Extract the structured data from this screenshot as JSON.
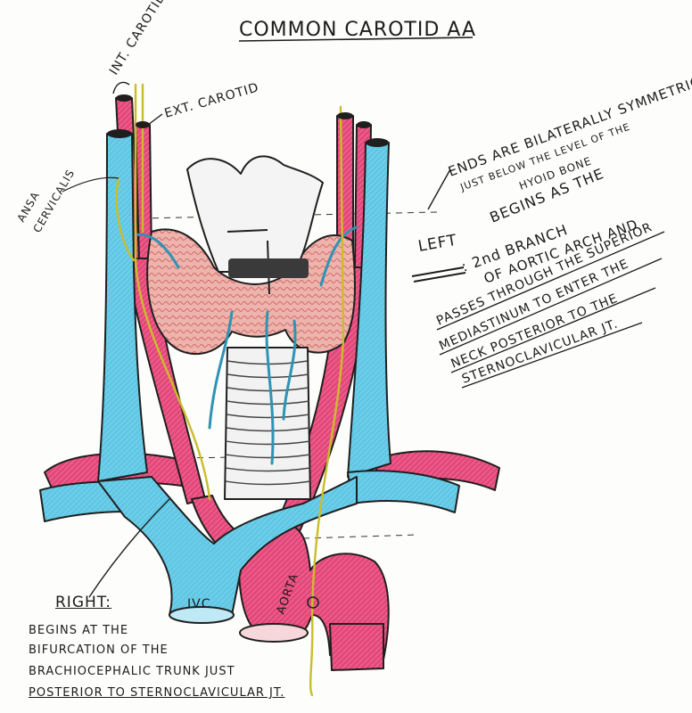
{
  "title": "COMMON CAROTID AA",
  "labels": {
    "int_carotid": "INT. CAROTID",
    "ext_carotid": "EXT. CAROTID",
    "ansa": [
      "ANSA",
      "CERVICALIS"
    ],
    "ivc": "IVC",
    "aorta": "AORTA"
  },
  "notes": {
    "ends": [
      "ENDS ARE BILATERALLY SYMMETRIC",
      "JUST BELOW THE LEVEL OF THE",
      "HYOID BONE"
    ],
    "left_label": "LEFT",
    "left_lines": [
      "BEGINS AS THE",
      ": 2nd BRANCH",
      "OF AORTIC ARCH AND"
    ],
    "passes": [
      "PASSES THROUGH THE SUPERIOR",
      "MEDIASTINUM TO ENTER THE",
      "NECK POSTERIOR TO THE",
      "STERNOCLAVICULAR JT."
    ],
    "right_label": "RIGHT:",
    "right_lines": [
      "BEGINS AT THE",
      "BIFURCATION OF THE",
      "BRACHIOCEPHALIC TRUNK JUST",
      "POSTERIOR TO STERNOCLAVICULAR JT."
    ]
  },
  "colors": {
    "vein": "#5fc7e4",
    "artery": "#e4477a",
    "nerve": "#e9e15a",
    "thyroid": "#eeb3ad",
    "cartilage": "#f4f4f4",
    "ink": "#1c1c1c"
  }
}
